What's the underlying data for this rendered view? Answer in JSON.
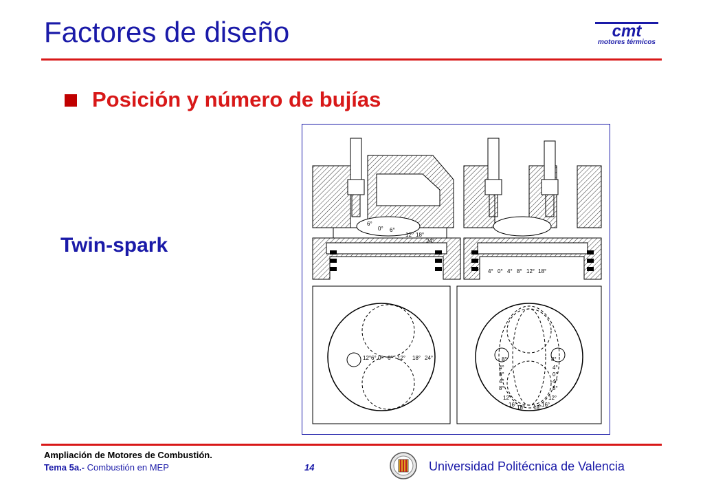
{
  "header": {
    "title": "Factores de diseño",
    "logo_text": "cmt",
    "logo_subtitle": "motores térmicos"
  },
  "content": {
    "bullet": "Posición y número de bujías",
    "label": "Twin-spark"
  },
  "figure": {
    "left_section_labels": [
      "6°",
      "0°",
      "6°",
      "12°",
      "18°",
      "24°"
    ],
    "right_section_labels": [
      "4°",
      "0°",
      "4°",
      "8°",
      "12°",
      "18°"
    ],
    "left_top_labels": [
      "12°",
      "6°",
      "0°",
      "6°",
      "12°",
      "18°",
      "24°"
    ],
    "right_top_left_labels": [
      "8°",
      "4°",
      "0°",
      "4°",
      "8°",
      "12°",
      "16°",
      "18°"
    ],
    "right_top_right_labels": [
      "8°",
      "4°",
      "0°",
      "4°",
      "8°",
      "12°",
      "16°",
      "18°"
    ]
  },
  "footer": {
    "course": "Ampliación de Motores de Combustión.",
    "tema_bold": "Tema 5a.-",
    "tema_text": "Combustión en MEP",
    "page": "14",
    "university": "Universidad Politécnica de Valencia"
  },
  "colors": {
    "blue": "#1a1aa8",
    "red": "#d81818"
  }
}
